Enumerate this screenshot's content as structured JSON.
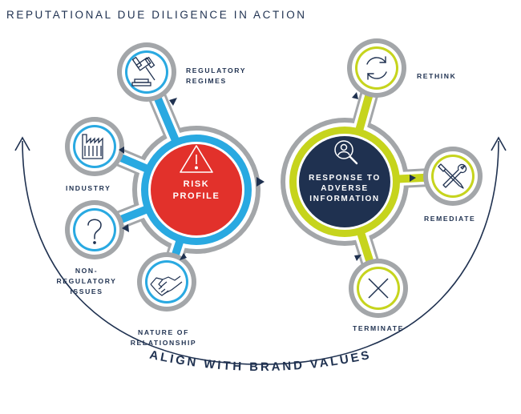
{
  "title": "REPUTATIONAL DUE DILIGENCE IN ACTION",
  "left_hub": {
    "line1": "RISK",
    "line2": "PROFILE"
  },
  "right_hub": {
    "line1": "RESPONSE TO",
    "line2": "ADVERSE",
    "line3": "INFORMATION"
  },
  "left_nodes": {
    "regulatory": {
      "line1": "REGULATORY",
      "line2": "REGIMES",
      "icon": "gavel-icon"
    },
    "industry": {
      "line1": "INDUSTRY",
      "icon": "factory-icon"
    },
    "non_regulatory": {
      "line1": "NON-",
      "line2": "REGULATORY",
      "line3": "ISSUES",
      "icon": "question-icon"
    },
    "relationship": {
      "line1": "NATURE OF",
      "line2": "RELATIONSHIP",
      "icon": "handshake-icon"
    }
  },
  "right_nodes": {
    "rethink": {
      "line1": "RETHINK",
      "icon": "refresh-icon"
    },
    "remediate": {
      "line1": "REMEDIATE",
      "icon": "tools-icon"
    },
    "terminate": {
      "line1": "TERMINATE",
      "icon": "cross-icon"
    }
  },
  "bottom_label": "ALIGN WITH BRAND VALUES",
  "colors": {
    "navy": "#1f3150",
    "blue": "#29a9e1",
    "red": "#e2312b",
    "lime": "#c6d41d",
    "gray": "#a3a6a9"
  }
}
